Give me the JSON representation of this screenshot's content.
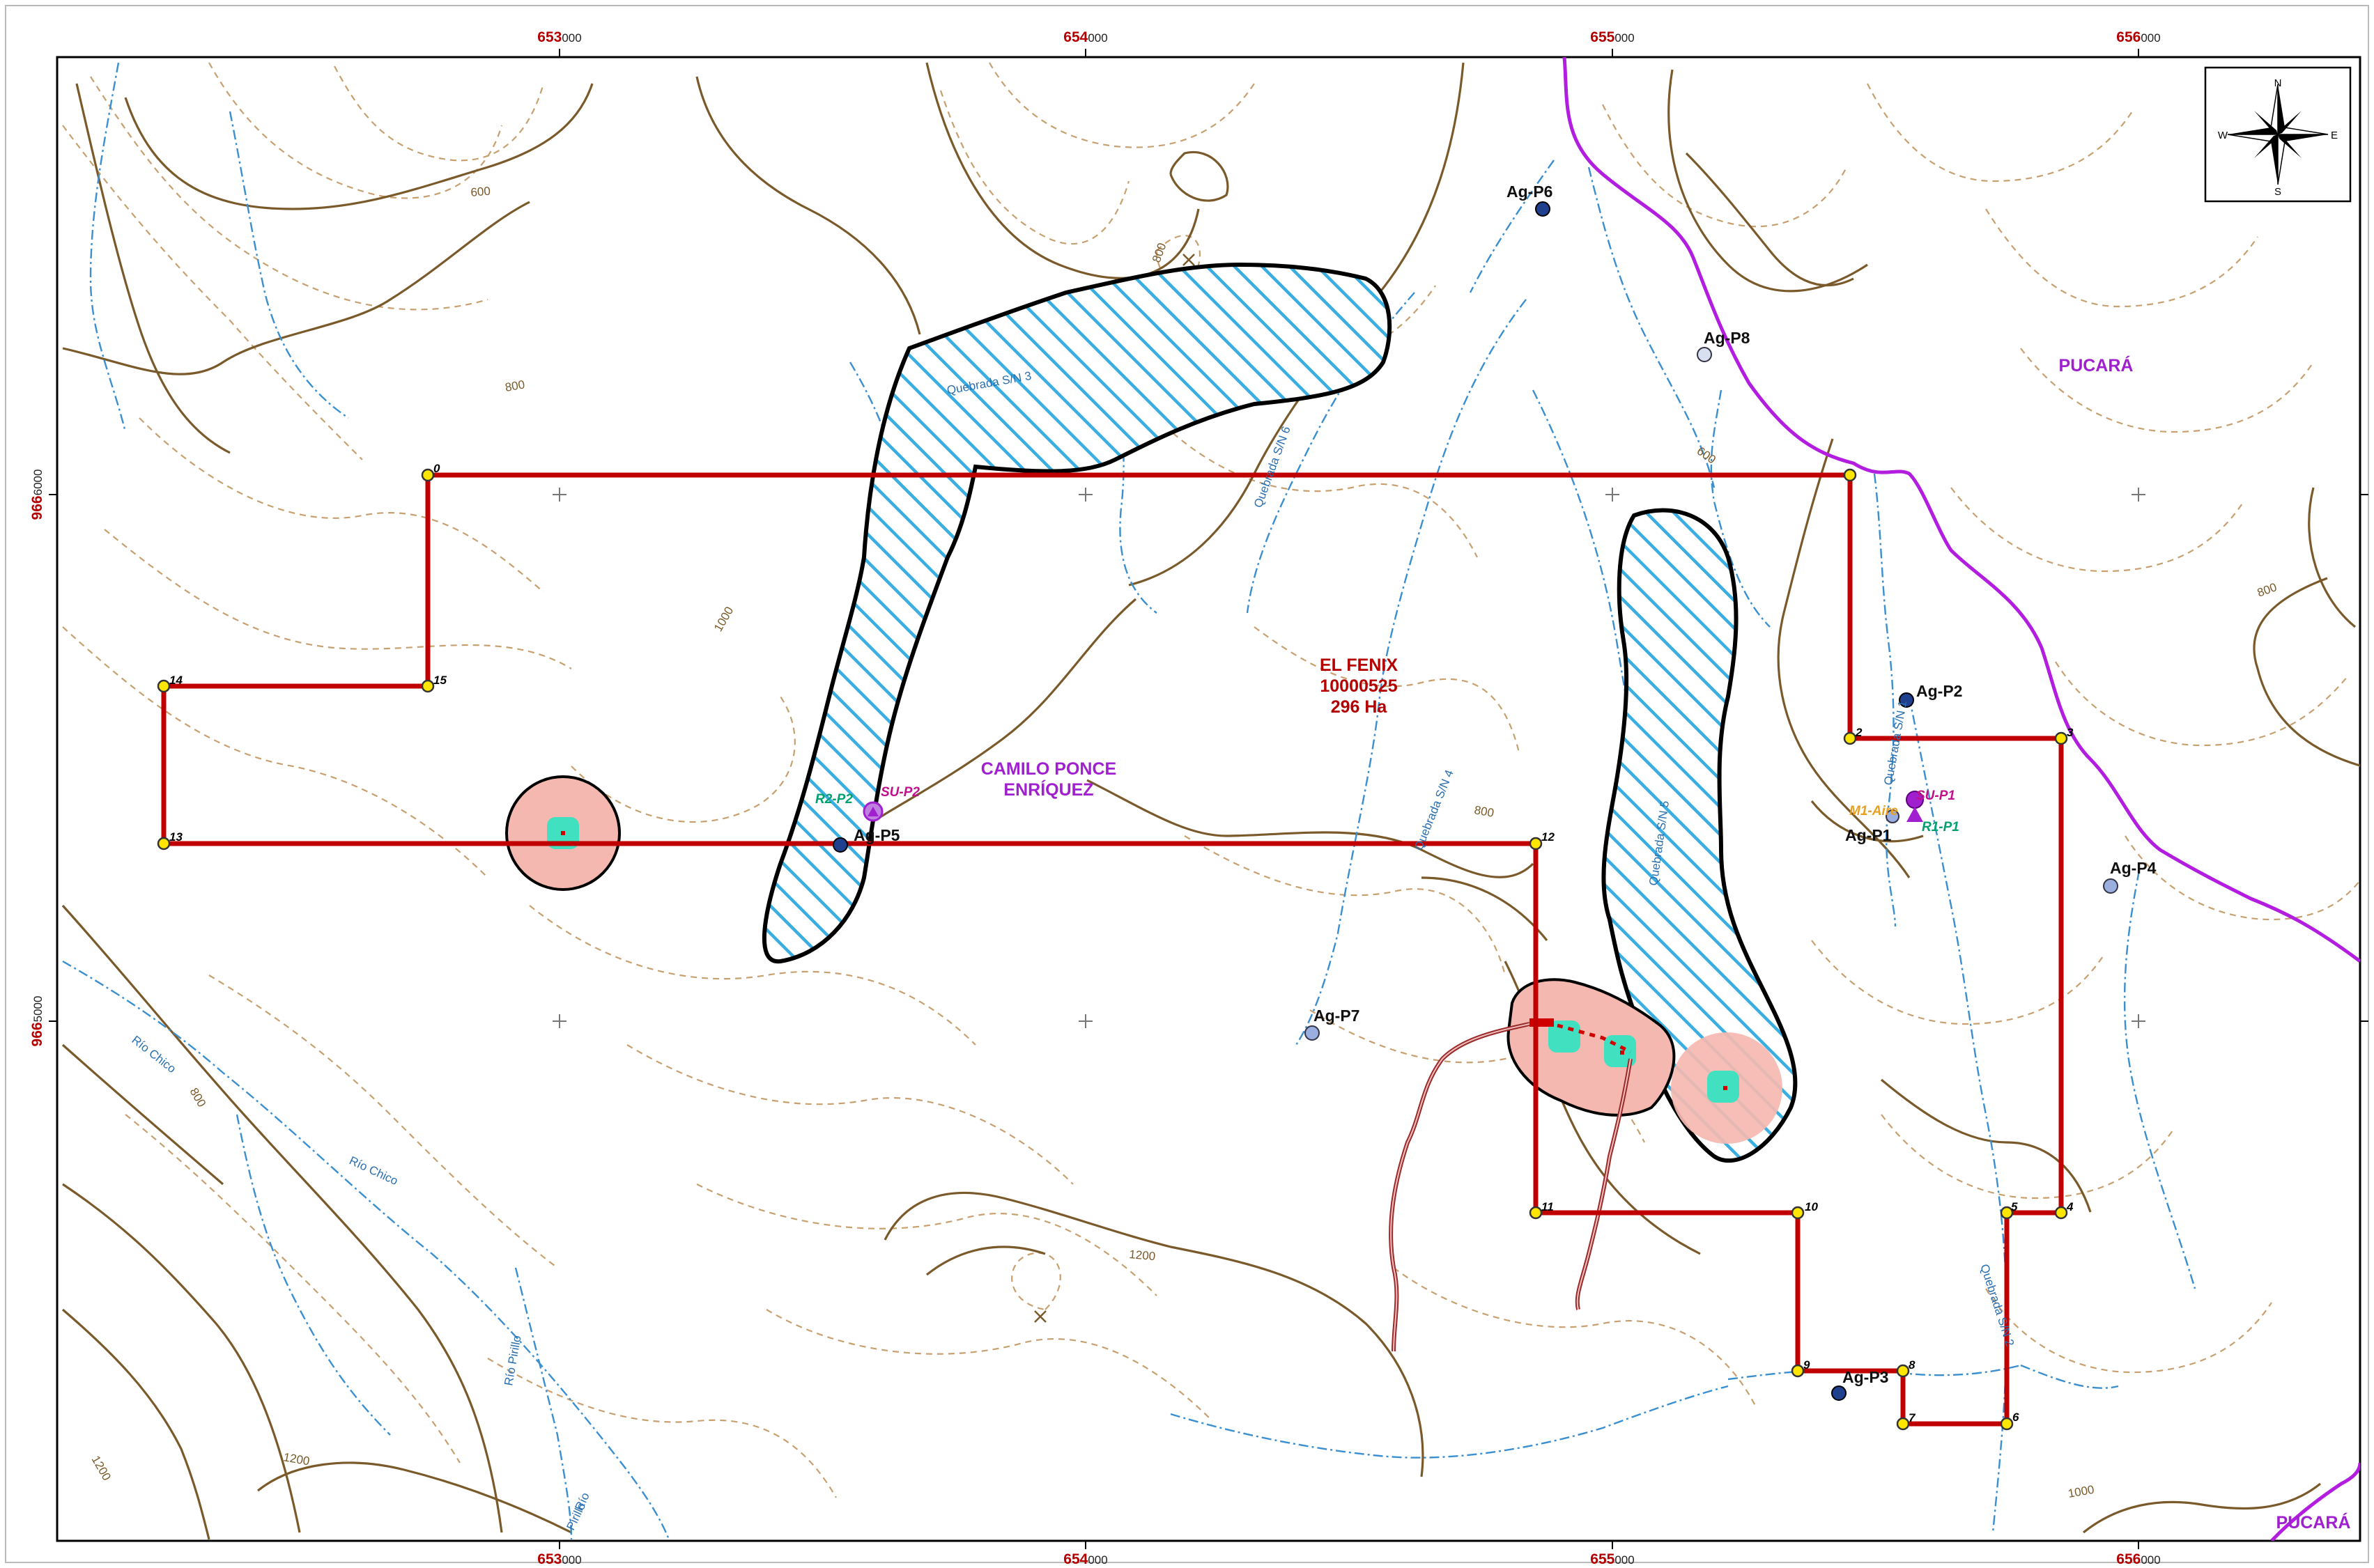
{
  "coordinates": {
    "top_x": [
      {
        "major": "653",
        "minor": "000"
      },
      {
        "major": "654",
        "minor": "000"
      },
      {
        "major": "655",
        "minor": "000"
      },
      {
        "major": "656",
        "minor": "000"
      }
    ],
    "bottom_x": [
      {
        "major": "653",
        "minor": "000"
      },
      {
        "major": "654",
        "minor": "000"
      },
      {
        "major": "655",
        "minor": "000"
      },
      {
        "major": "656",
        "minor": "000"
      }
    ],
    "left_y": [
      {
        "major": "966",
        "minor": "6000"
      },
      {
        "major": "966",
        "minor": "5000"
      }
    ]
  },
  "north_arrow": {
    "n": "N",
    "s": "S",
    "e": "E",
    "w": "W"
  },
  "concession": {
    "name": "EL FENIX",
    "code": "10000525",
    "area": "296 Ha"
  },
  "parishes": {
    "pucara_top": "PUCARÁ",
    "pucara_bottom": "PUCARÁ",
    "cpe_line1": "CAMILO PONCE",
    "cpe_line2": "ENRÍQUEZ"
  },
  "vertex_labels": [
    "0",
    "2",
    "3",
    "4",
    "5",
    "6",
    "7",
    "8",
    "9",
    "10",
    "11",
    "12",
    "13",
    "14",
    "15"
  ],
  "sample_points": {
    "ag_p1": "Ag-P1",
    "ag_p2": "Ag-P2",
    "ag_p3": "Ag-P3",
    "ag_p4": "Ag-P4",
    "ag_p5": "Ag-P5",
    "ag_p6": "Ag-P6",
    "ag_p7": "Ag-P7",
    "ag_p8": "Ag-P8",
    "su_p1": "SU-P1",
    "su_p2": "SU-P2",
    "r1_p1": "R1-P1",
    "r2_p2": "R2-P2",
    "m1_aire": "M1-Aire"
  },
  "streams": {
    "q3": "Quebrada S/N 3",
    "q6": "Quebrada S/N 6",
    "q4": "Quebrada S/N 4",
    "q5": "Quebrada S/N 5",
    "q1": "Quebrada S/N 1",
    "q2": "Quebrada S/N 2",
    "rio_chico_1": "Río Chico",
    "rio_chico_2": "Río Chico",
    "rio_pirillo_1": "Río Pirillo",
    "rio_pirillo_2a": "Río",
    "rio_pirillo_2b": "Pirillo"
  },
  "contours": {
    "c600_a": "600",
    "c600_b": "600",
    "c800_a": "800",
    "c800_b": "800",
    "c800_c": "800",
    "c800_d": "800",
    "c800_e": "800",
    "c1000_a": "1000",
    "c1000_b": "1000",
    "c1000_c": "1000",
    "c1200_a": "1200",
    "c1200_b": "1200",
    "c1200_c": "1200"
  },
  "colors": {
    "boundary": "#c00000",
    "vertex_fill": "#ffe600",
    "contour_index": "#7a5a2a",
    "contour_inter": "#c8a070",
    "stream": "#3a8fd0",
    "parish_line": "#b21de0",
    "hatch": "#3aaee0",
    "buffer_fill": "#f5b8b0",
    "buffer_core": "#40e0c0",
    "sample_dark": "#1f3f8f",
    "sample_light": "#9aaee0",
    "label_red": "#b40000",
    "label_magenta": "#a020d0",
    "label_green": "#00a070",
    "label_orange": "#e8a020"
  }
}
